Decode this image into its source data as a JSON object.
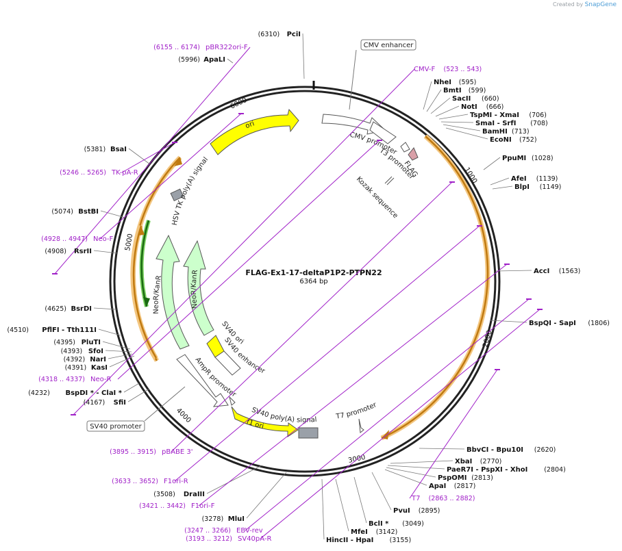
{
  "credit": {
    "prefix": "Created by",
    "brand": "SnapGene"
  },
  "plasmid": {
    "name": "FLAG-Ex1-17-deltaP1P2-PTPN22",
    "length": "6364 bp"
  },
  "ticks": [
    "1000",
    "2000",
    "3000",
    "4000",
    "5000",
    "6000"
  ],
  "enzymes_right": [
    {
      "name": "NheI",
      "pos": "(595)"
    },
    {
      "name": "BmtI",
      "pos": "(599)"
    },
    {
      "name": "SacII",
      "pos": "(660)"
    },
    {
      "name": "NotI",
      "pos": "(666)"
    },
    {
      "name": "TspMI - XmaI",
      "pos": "(706)"
    },
    {
      "name": "SmaI - SrfI",
      "pos": "(708)"
    },
    {
      "name": "BamHI",
      "pos": "(713)"
    },
    {
      "name": "EcoNI",
      "pos": "(752)"
    },
    {
      "name": "PpuMI",
      "pos": "(1028)"
    },
    {
      "name": "AfeI",
      "pos": "(1139)"
    },
    {
      "name": "BlpI",
      "pos": "(1149)"
    },
    {
      "name": "AccI",
      "pos": "(1563)"
    },
    {
      "name": "BspQI - SapI",
      "pos": "(1806)"
    },
    {
      "name": "BbvCI - Bpu10I",
      "pos": "(2620)"
    },
    {
      "name": "XbaI",
      "pos": "(2770)"
    },
    {
      "name": "PaeR7I - PspXI - XhoI",
      "pos": "(2804)"
    },
    {
      "name": "PspOMI",
      "pos": "(2813)"
    },
    {
      "name": "ApaI",
      "pos": "(2817)"
    },
    {
      "name": "PvuI",
      "pos": "(2895)"
    },
    {
      "name": "BclI *",
      "pos": "(3049)"
    },
    {
      "name": "MfeI",
      "pos": "(3142)"
    },
    {
      "name": "HincII - HpaI",
      "pos": "(3155)"
    }
  ],
  "enzymes_left": [
    {
      "name": "PciI",
      "pos": "(6310)"
    },
    {
      "name": "ApaLI",
      "pos": "(5996)"
    },
    {
      "name": "BsaI",
      "pos": "(5381)"
    },
    {
      "name": "BstBI",
      "pos": "(5074)"
    },
    {
      "name": "RsrII",
      "pos": "(4908)"
    },
    {
      "name": "BsrDI",
      "pos": "(4625)"
    },
    {
      "name": "PflFI - Tth111I",
      "pos": "(4510)"
    },
    {
      "name": "PluTI",
      "pos": "(4395)"
    },
    {
      "name": "SfoI",
      "pos": "(4393)"
    },
    {
      "name": "NarI",
      "pos": "(4392)"
    },
    {
      "name": "KasI",
      "pos": "(4391)"
    },
    {
      "name": "BspDI * - ClaI *",
      "pos": "(4232)"
    },
    {
      "name": "SfiI",
      "pos": "(4167)"
    },
    {
      "name": "DraIII",
      "pos": "(3508)"
    },
    {
      "name": "MluI",
      "pos": "(3278)"
    }
  ],
  "primers": [
    {
      "name": "pBR322ori-F",
      "pos": "(6155 .. 6174)"
    },
    {
      "name": "CMV-F",
      "pos": "(523 .. 543)"
    },
    {
      "name": "TK-pA-R",
      "pos": "(5246 .. 5265)"
    },
    {
      "name": "Neo-F",
      "pos": "(4928 .. 4947)"
    },
    {
      "name": "Neo-R",
      "pos": "(4318 .. 4337)"
    },
    {
      "name": "pBABE 3'",
      "pos": "(3895 .. 3915)"
    },
    {
      "name": "F1ori-R",
      "pos": "(3633 .. 3652)"
    },
    {
      "name": "F1ori-F",
      "pos": "(3421 .. 3442)"
    },
    {
      "name": "EBV-rev",
      "pos": "(3247 .. 3266)"
    },
    {
      "name": "SV40pA-R",
      "pos": "(3193 .. 3212)"
    },
    {
      "name": "T7",
      "pos": "(2863 .. 2882)"
    }
  ],
  "features": {
    "cmv_enhancer": "CMV enhancer",
    "cmv_promoter": "CMV promoter",
    "t3_promoter": "T3 promoter",
    "flag": "FLAG",
    "kozak": "Kozak sequence",
    "ori": "ori",
    "hsv_tk": "HSV TK poly(A) signal",
    "neo1": "NeoR/KanR",
    "neo2": "NeoR/KanR",
    "sv40_ori": "SV40 ori",
    "sv40_enh": "SV40 enhancer",
    "ampr_prom": "AmpR promoter",
    "f1ori": "f1 ori",
    "sv40pa": "SV40 poly(A) signal",
    "t7_prom": "T7 promoter",
    "sv40_prom": "SV40 promoter"
  },
  "colors": {
    "primer": "#a020c8",
    "ori": "#ffff00",
    "neo": "#ccffcc",
    "orf": "#ff9900",
    "polya": "#9aa0a8",
    "flag": "#d9a0a8"
  }
}
